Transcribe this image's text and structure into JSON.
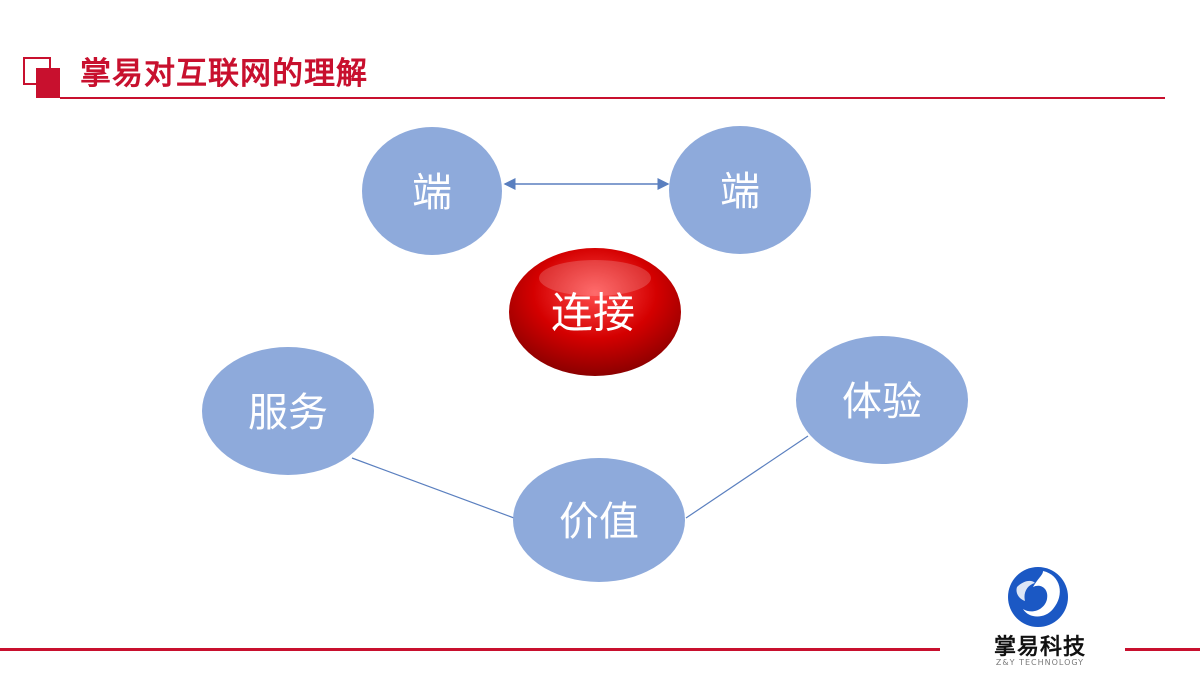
{
  "slide": {
    "title": "掌易对互联网的理解"
  },
  "diagram": {
    "nodes": {
      "end_left": "端",
      "end_right": "端",
      "center": "连接",
      "service": "服务",
      "experience": "体验",
      "value": "价值"
    }
  },
  "logo": {
    "name": "掌易科技",
    "subtitle": "Z&Y TECHNOLOGY",
    "icon": "swirl-circle-icon"
  },
  "colors": {
    "accent_red": "#c8102e",
    "node_blue": "#8eaadb",
    "center_red": "#c00000",
    "connector": "#5a7fbf"
  }
}
